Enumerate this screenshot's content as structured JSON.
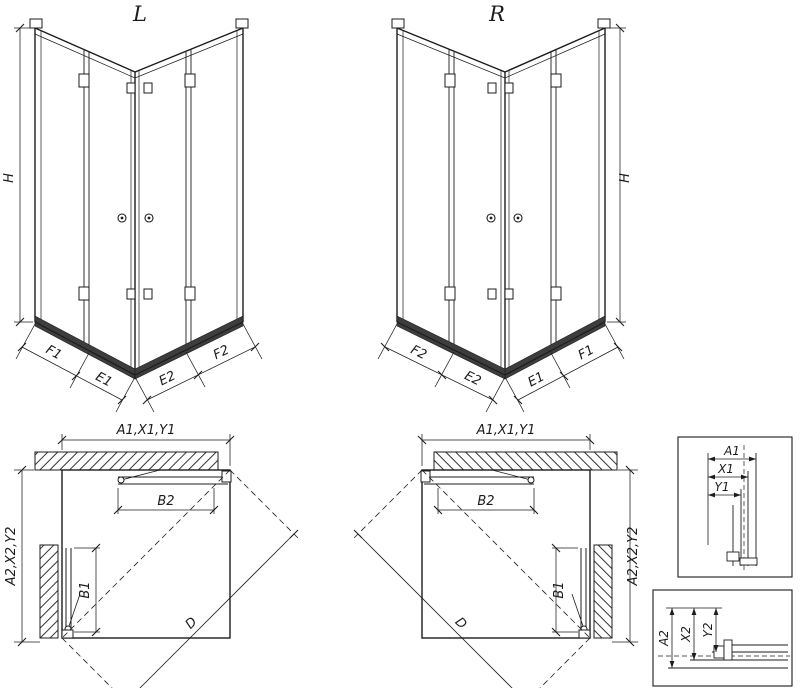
{
  "drawing": {
    "background": "#ffffff",
    "line_color": "#1c1c1c"
  },
  "front_view_left": {
    "title": "L",
    "height_label": "H",
    "bottom_left_dims": [
      "F1",
      "E1"
    ],
    "bottom_right_dims": [
      "E2",
      "F2"
    ]
  },
  "front_view_right": {
    "title": "R",
    "height_label": "H",
    "bottom_left_dims": [
      "F2",
      "E2"
    ],
    "bottom_right_dims": [
      "E1",
      "F1"
    ]
  },
  "plan_view_left": {
    "width_dim": "A1,X1,Y1",
    "door_width_dim": "B2",
    "side_door_dim": "B1",
    "depth_dim": "A2,X2,Y2",
    "diagonal_dim": "D"
  },
  "plan_view_right": {
    "width_dim": "A1,X1,Y1",
    "door_width_dim": "B2",
    "side_door_dim": "B1",
    "depth_dim": "A2,X2,Y2",
    "diagonal_dim": "D"
  },
  "detail_profile_top": {
    "dims": [
      "A1",
      "X1",
      "Y1"
    ]
  },
  "detail_profile_bottom": {
    "dims": [
      "A2",
      "X2",
      "Y2"
    ]
  }
}
